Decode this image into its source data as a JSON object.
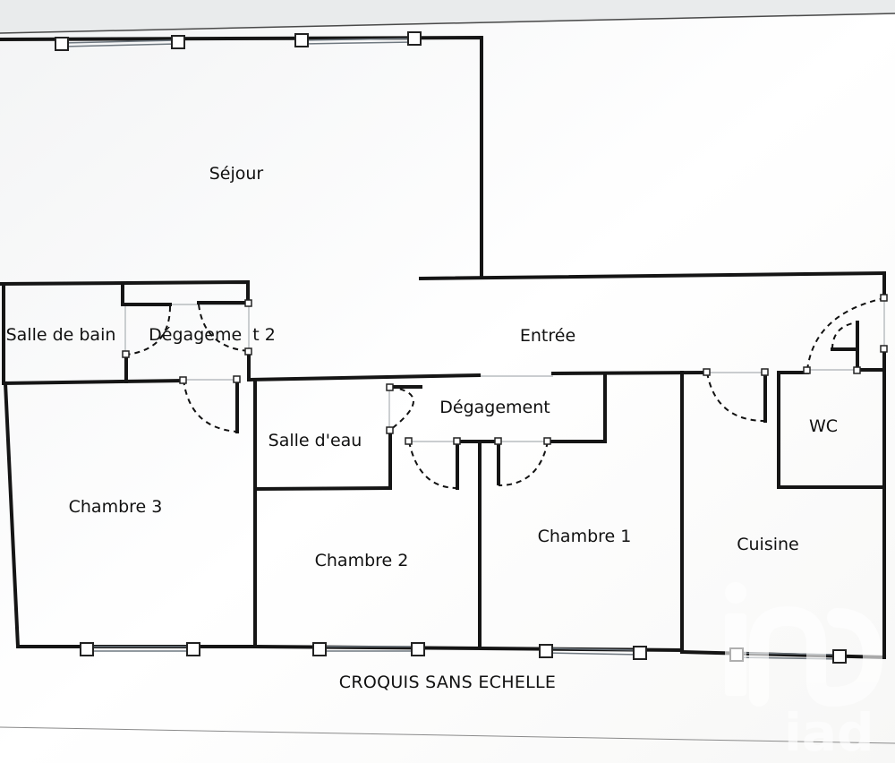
{
  "plan": {
    "rooms": {
      "sejour": "Séjour",
      "entree": "Entrée",
      "salle_de_bain": "Salle de bain",
      "degagement_2": "Dégageme  t 2",
      "degagement": "Dégagement",
      "salle_deau": "Salle d'eau",
      "wc": "WC",
      "chambre_3": "Chambre 3",
      "chambre_2": "Chambre 2",
      "chambre_1": "Chambre 1",
      "cuisine": "Cuisine"
    },
    "caption": "CROQUIS SANS ECHELLE"
  },
  "watermark": {
    "brand": "iad",
    "color": "#ffffff"
  },
  "colors": {
    "paper": "#ffffff",
    "background": "#e9ebec",
    "walls": "#151515"
  }
}
